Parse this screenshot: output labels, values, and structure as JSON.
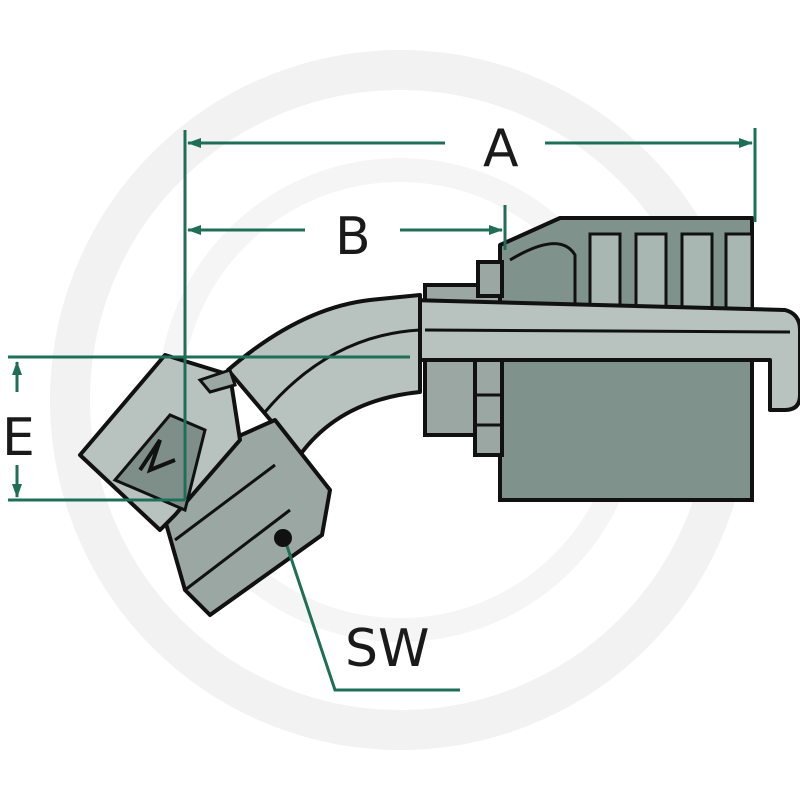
{
  "diagram": {
    "dimensions": {
      "a_label": "A",
      "b_label": "B",
      "e_label": "E",
      "sw_label": "SW"
    },
    "colors": {
      "dimension_line": "#1f6f57",
      "outline": "#111111",
      "metal_light": "#b8c2bf",
      "metal_mid": "#9aa7a3",
      "metal_dark": "#7e8f8a",
      "crimp_shell": "#7f928b",
      "watermark": "#f3f3f3"
    },
    "icons": {
      "arrow": "arrowhead",
      "pointer_dot": "filled-circle"
    }
  }
}
